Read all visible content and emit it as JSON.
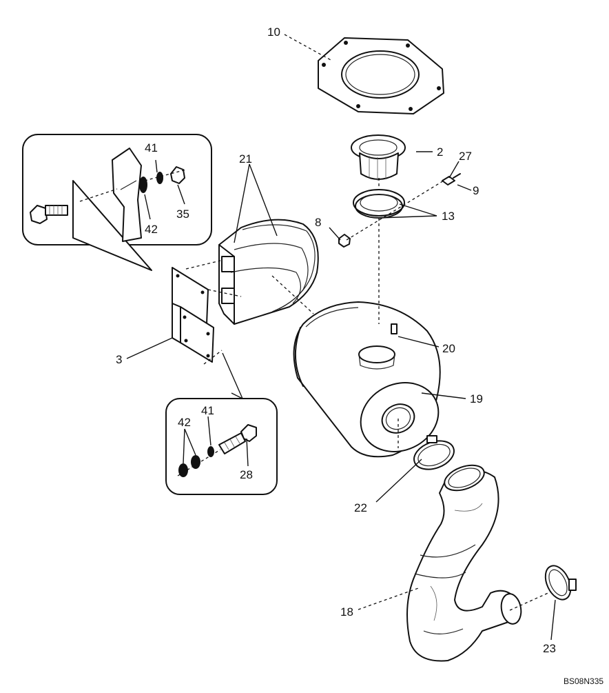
{
  "callouts": [
    {
      "id": "c10",
      "text": "10"
    },
    {
      "id": "c2",
      "text": "2"
    },
    {
      "id": "c27",
      "text": "27"
    },
    {
      "id": "c9",
      "text": "9"
    },
    {
      "id": "c13",
      "text": "13"
    },
    {
      "id": "c8",
      "text": "8"
    },
    {
      "id": "c21",
      "text": "21"
    },
    {
      "id": "c41a",
      "text": "41"
    },
    {
      "id": "c42a",
      "text": "42"
    },
    {
      "id": "c35",
      "text": "35"
    },
    {
      "id": "c3",
      "text": "3"
    },
    {
      "id": "c20",
      "text": "20"
    },
    {
      "id": "c19",
      "text": "19"
    },
    {
      "id": "c42b",
      "text": "42"
    },
    {
      "id": "c41b",
      "text": "41"
    },
    {
      "id": "c28",
      "text": "28"
    },
    {
      "id": "c22",
      "text": "22"
    },
    {
      "id": "c18",
      "text": "18"
    },
    {
      "id": "c23",
      "text": "23"
    }
  ],
  "reference": "BS08N335"
}
